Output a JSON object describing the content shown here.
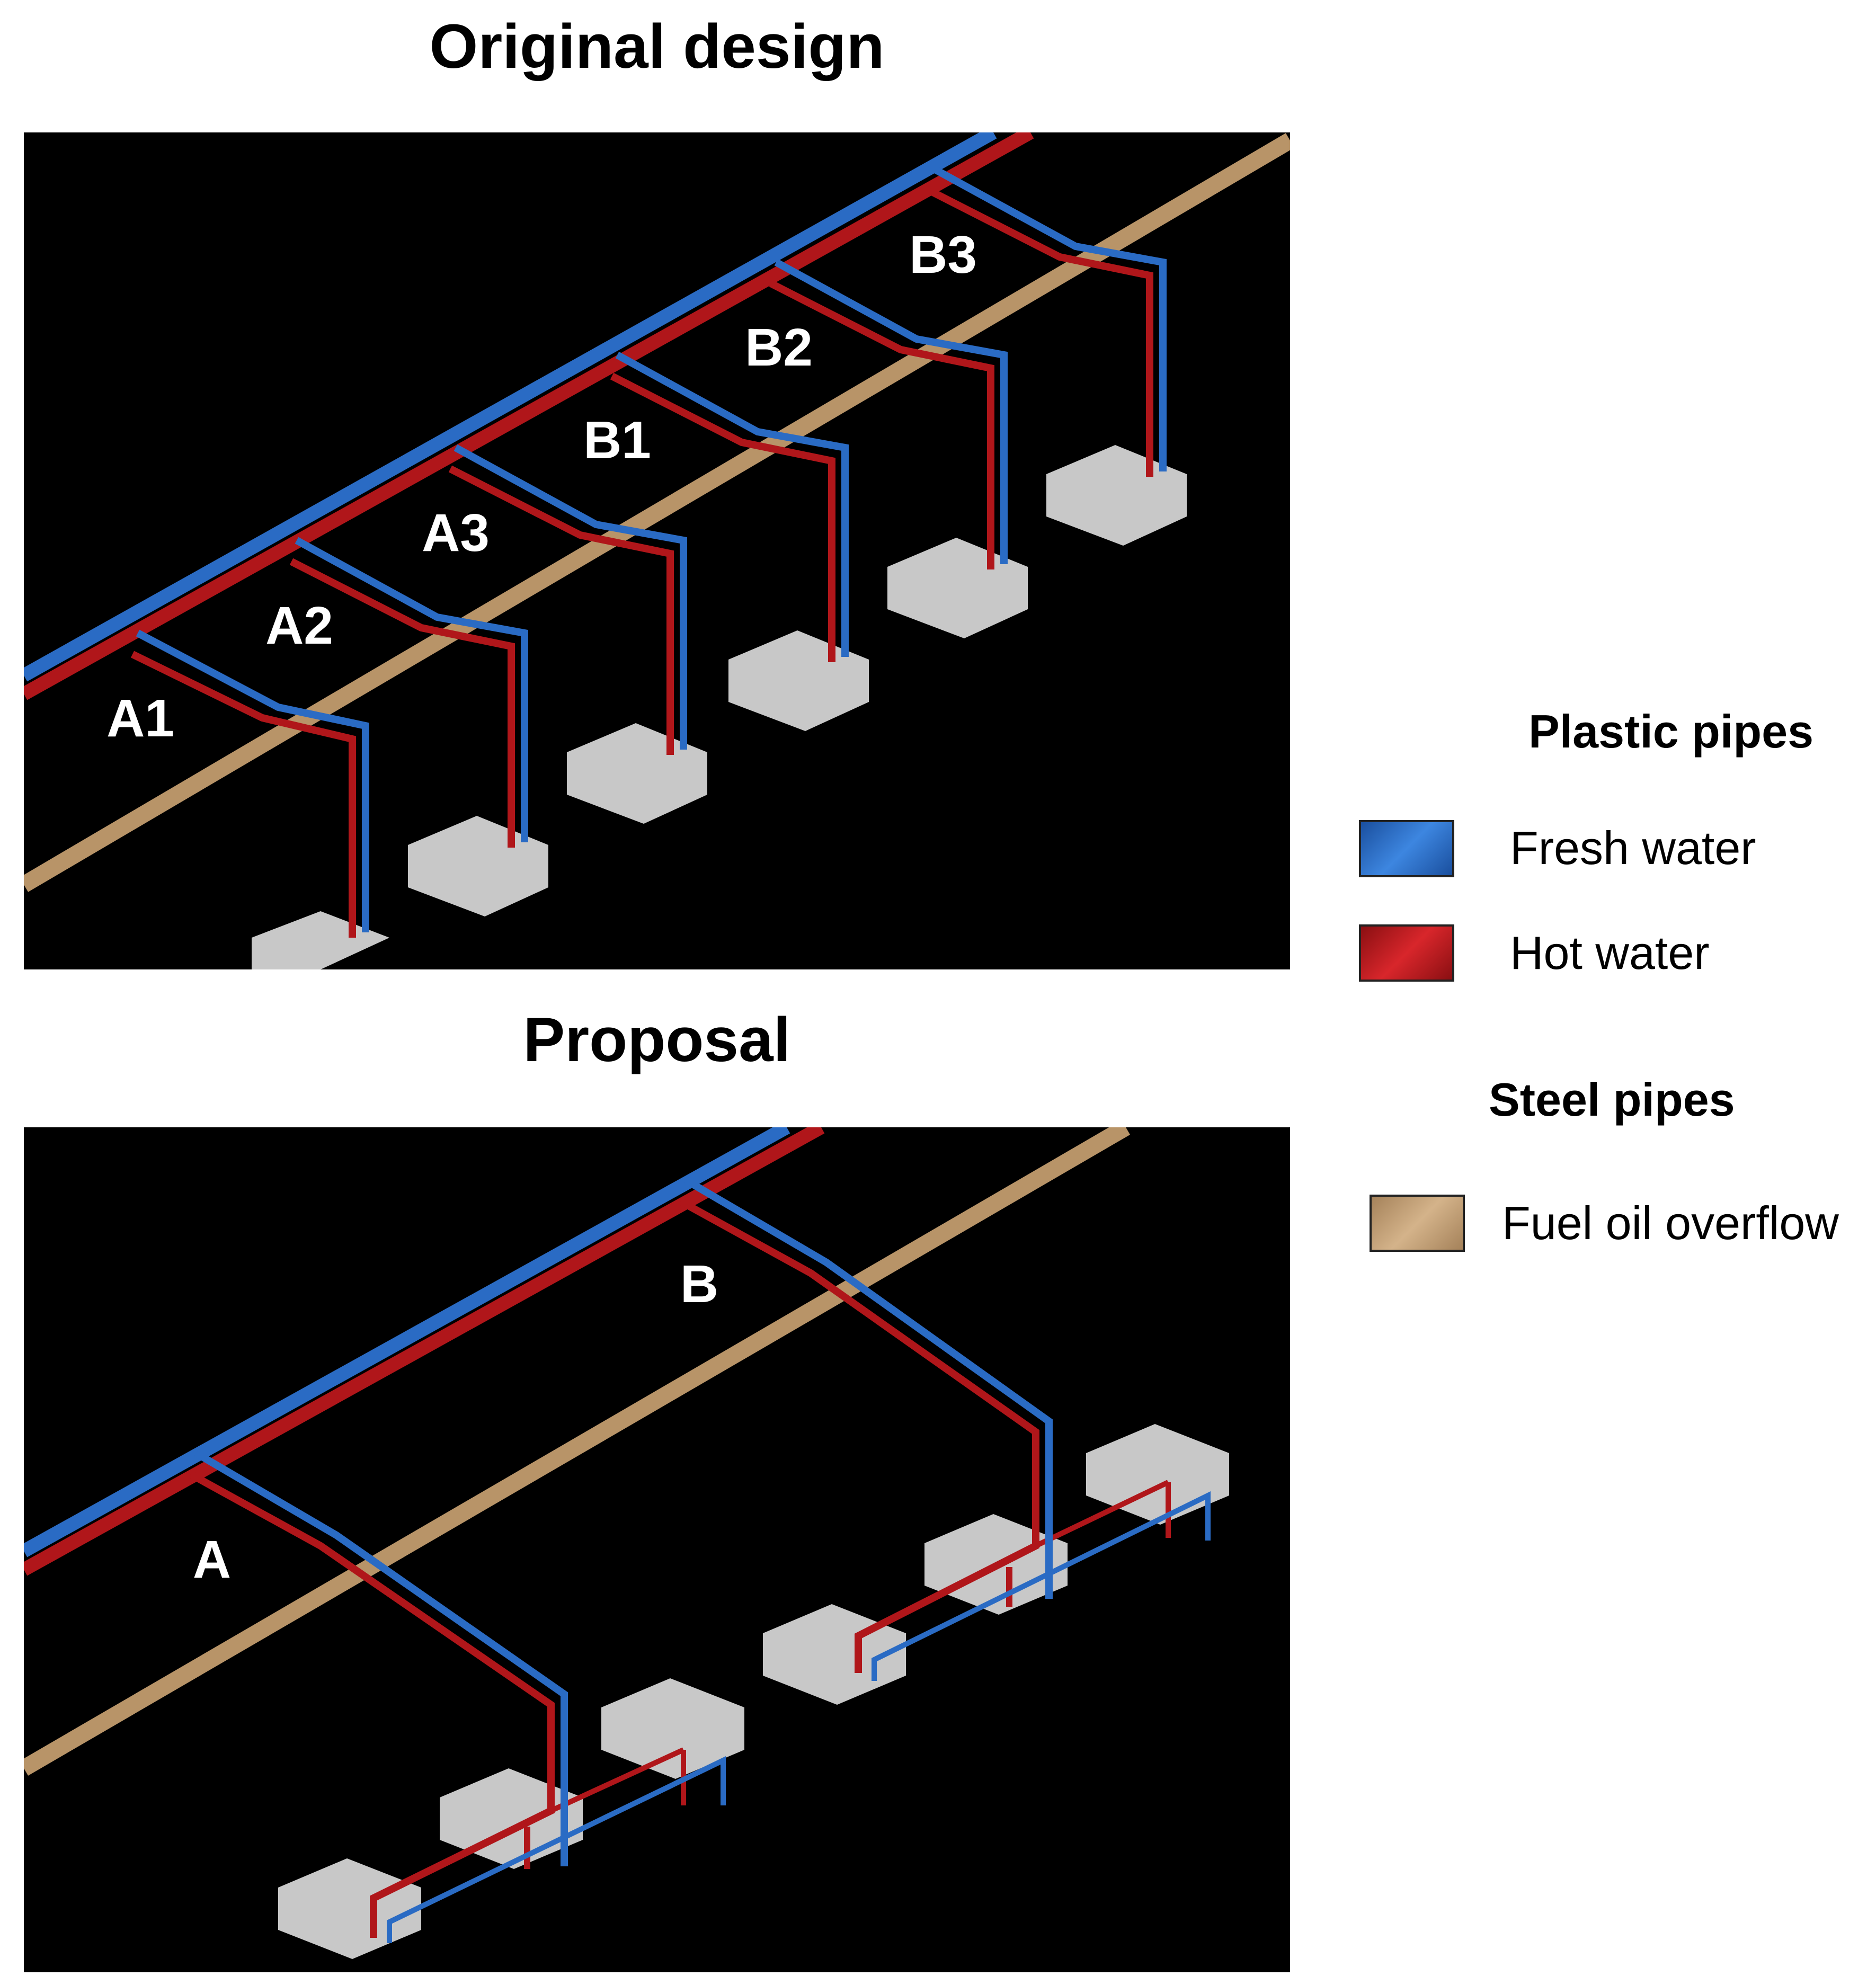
{
  "titles": {
    "original": "Original design",
    "proposal": "Proposal"
  },
  "original_labels": [
    "A1",
    "A2",
    "A3",
    "B1",
    "B2",
    "B3"
  ],
  "proposal_labels": [
    "A",
    "B"
  ],
  "legend": {
    "plastic_heading": "Plastic pipes",
    "fresh_label": "Fresh water",
    "hot_label": "Hot water",
    "steel_heading": "Steel pipes",
    "fuel_label": "Fuel oil overflow"
  },
  "colors": {
    "fresh": "#2a6bc4",
    "hot": "#b0161a",
    "fuel": "#b89468",
    "block": "#bdbdbd"
  }
}
